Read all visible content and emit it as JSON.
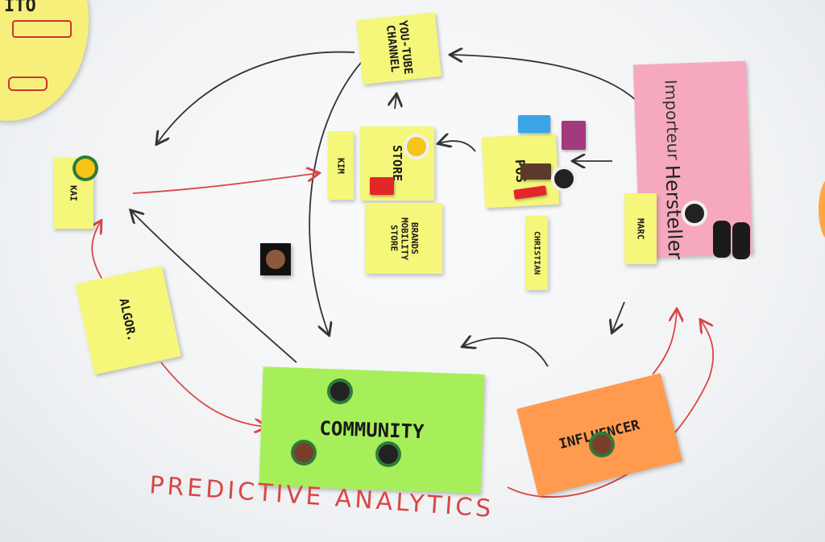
{
  "notes": {
    "youtube": "YOU-TUBE\nCHANNEL",
    "kim": "KIM",
    "kai": "KAI",
    "store": "STORE",
    "brands": "BRANDS\nMOBILITY\nSTORE",
    "pos": "POS",
    "christian": "CHRISTIAN",
    "marc": "MARC",
    "hersteller": "Hersteller",
    "importeur": "Importeur",
    "algor": "ALGOR.",
    "community": "COMMUNITY",
    "influencer": "INFLUENCER",
    "corner": "ITO"
  },
  "caption": "PREDICTIVE ANALYTICS",
  "colors": {
    "yellow_note": "#f4f77a",
    "lime_note": "#a7ef5a",
    "pink_note": "#f6a9be",
    "orange_note": "#ff9a4e",
    "red_marker": "#d94646",
    "black_marker": "#333333"
  },
  "icons": [
    "lego-figure-icon",
    "lego-brick-icon",
    "binoculars-icon",
    "arrow-icon"
  ]
}
